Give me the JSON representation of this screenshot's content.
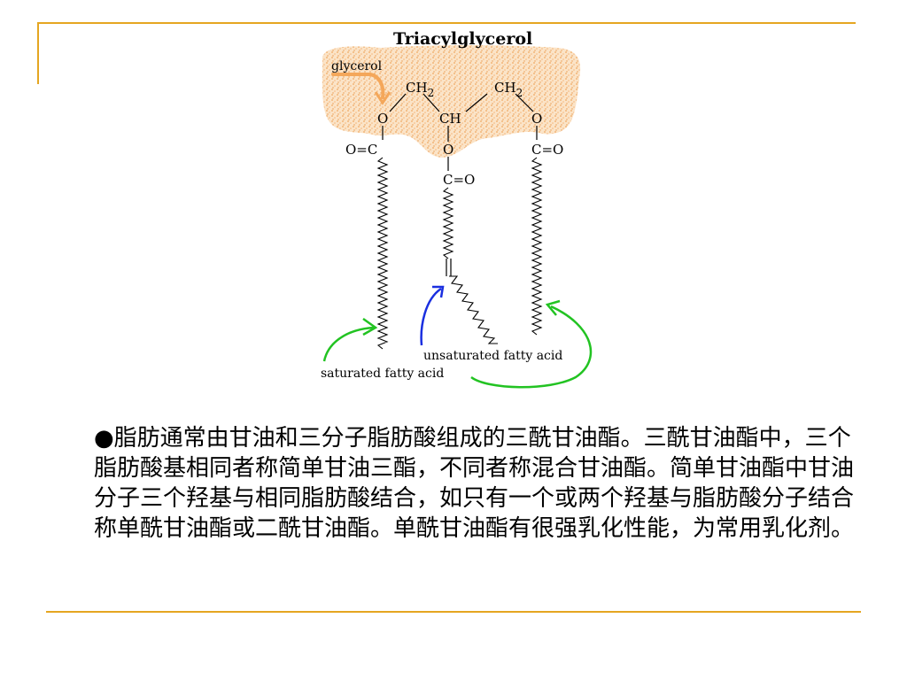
{
  "colors": {
    "frame": "#e5a621",
    "glycerol_fill": "#f5c89a",
    "glycerol_arrow": "#f4a75a",
    "saturated_arrow": "#22c322",
    "unsaturated_arrow": "#1a2fe0"
  },
  "diagram": {
    "title": "Triacylglycerol",
    "glycerol_label": "glycerol",
    "saturated_label": "saturated fatty acid",
    "unsaturated_label": "unsaturated fatty acid",
    "atoms": {
      "ch2": "CH",
      "subscript": "2",
      "ch": "CH",
      "oxygen": "O",
      "carbonyl_left": "O=C",
      "carbonyl_mid": "C=O",
      "carbonyl_right": "C=O"
    }
  },
  "body": {
    "text": "●脂肪通常由甘油和三分子脂肪酸组成的三酰甘油酯。三酰甘油酯中，三个脂肪酸基相同者称简单甘油三酯，不同者称混合甘油酯。简单甘油酯中甘油分子三个羟基与相同脂肪酸结合，如只有一个或两个羟基与脂肪酸分子结合称单酰甘油酯或二酰甘油酯。单酰甘油酯有很强乳化性能，为常用乳化剂。"
  }
}
